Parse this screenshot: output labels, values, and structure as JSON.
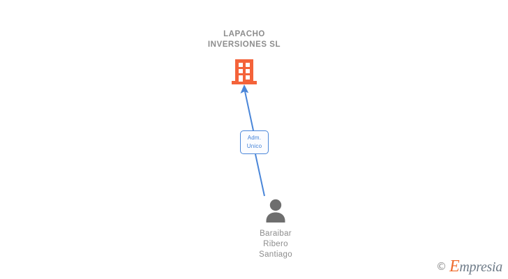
{
  "diagram": {
    "type": "org-chart",
    "background_color": "#ffffff",
    "company": {
      "name": "LAPACHO\nINVERSIONES SL",
      "name_line_1": "LAPACHO",
      "name_line_2": "INVERSIONES SL",
      "icon": "building-icon",
      "icon_color": "#f4633a",
      "text_color": "#8d8d8d"
    },
    "relationship": {
      "label": "Adm. Unico",
      "label_line_1": "Adm.",
      "label_line_2": "Unico",
      "border_color": "#4a86d9",
      "text_color": "#3f7fd6",
      "connector_color": "#4a86d9",
      "direction": "person-to-company"
    },
    "person": {
      "name": "Baraibar\nRibero\nSantiago",
      "name_line_1": "Baraibar",
      "name_line_2": "Ribero",
      "name_line_3": "Santiago",
      "icon": "person-icon",
      "icon_color": "#6e6e6e",
      "text_color": "#8d8d8d"
    }
  },
  "watermark": {
    "copyright_symbol": "©",
    "brand_initial": "E",
    "brand_rest": "mpresia",
    "brand_full": "Empresia",
    "accent_color": "#ef6c2e",
    "text_color": "#6e7b88"
  }
}
